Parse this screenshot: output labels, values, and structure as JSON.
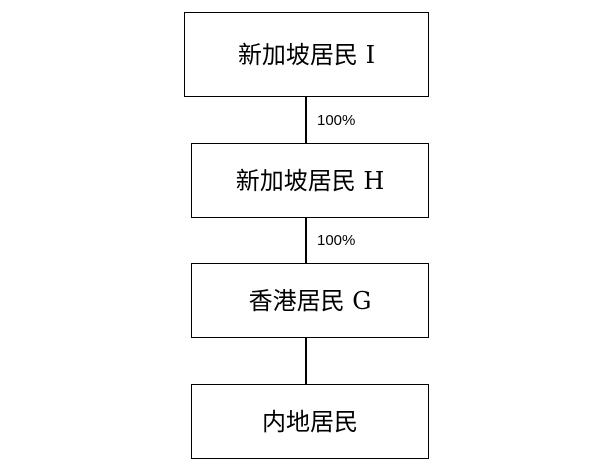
{
  "diagram": {
    "nodes": [
      {
        "id": "singapore-resident-i",
        "label": "新加坡居民 I"
      },
      {
        "id": "singapore-resident-h",
        "label": "新加坡居民 H"
      },
      {
        "id": "hong-kong-resident-g",
        "label": "香港居民 G"
      },
      {
        "id": "mainland-resident",
        "label": "内地居民"
      }
    ],
    "edges": [
      {
        "from": "singapore-resident-i",
        "to": "singapore-resident-h",
        "label": "100%"
      },
      {
        "from": "singapore-resident-h",
        "to": "hong-kong-resident-g",
        "label": "100%"
      },
      {
        "from": "hong-kong-resident-g",
        "to": "mainland-resident",
        "label": ""
      }
    ]
  }
}
